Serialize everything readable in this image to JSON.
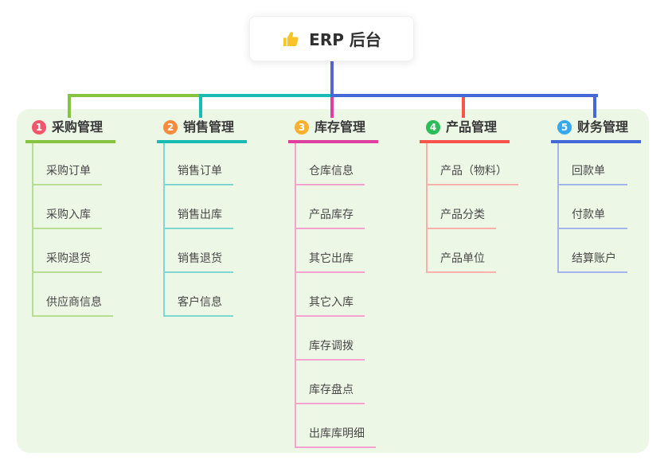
{
  "root": {
    "title": "ERP 后台",
    "icon": "thumbs-up",
    "connector_color": "#5566d4"
  },
  "panel": {
    "background": "#ecf7e6"
  },
  "branches": [
    {
      "number": "1",
      "title": "采购管理",
      "line_color": "#85c341",
      "badge_color": "#f2566b",
      "item_line_color": "#b9dd92",
      "items": [
        "采购订单",
        "采购入库",
        "采购退货",
        "供应商信息"
      ]
    },
    {
      "number": "2",
      "title": "销售管理",
      "line_color": "#19bcb2",
      "badge_color": "#f88b3d",
      "item_line_color": "#7ed8cf",
      "items": [
        "销售订单",
        "销售出库",
        "销售退货",
        "客户信息"
      ]
    },
    {
      "number": "3",
      "title": "库存管理",
      "line_color": "#df3f9f",
      "badge_color": "#fbb02f",
      "item_line_color": "#f2a3cf",
      "items": [
        "仓库信息",
        "产品库存",
        "其它出库",
        "其它入库",
        "库存调拨",
        "库存盘点",
        "出库库明细"
      ]
    },
    {
      "number": "4",
      "title": "产品管理",
      "line_color": "#f6554b",
      "badge_color": "#2dbd58",
      "item_line_color": "#f9b2ab",
      "items": [
        "产品（物料）",
        "产品分类",
        "产品单位"
      ]
    },
    {
      "number": "5",
      "title": "财务管理",
      "line_color": "#4468d8",
      "badge_color": "#35a9ef",
      "item_line_color": "#a3b5ea",
      "items": [
        "回款单",
        "付款单",
        "结算账户"
      ]
    }
  ]
}
